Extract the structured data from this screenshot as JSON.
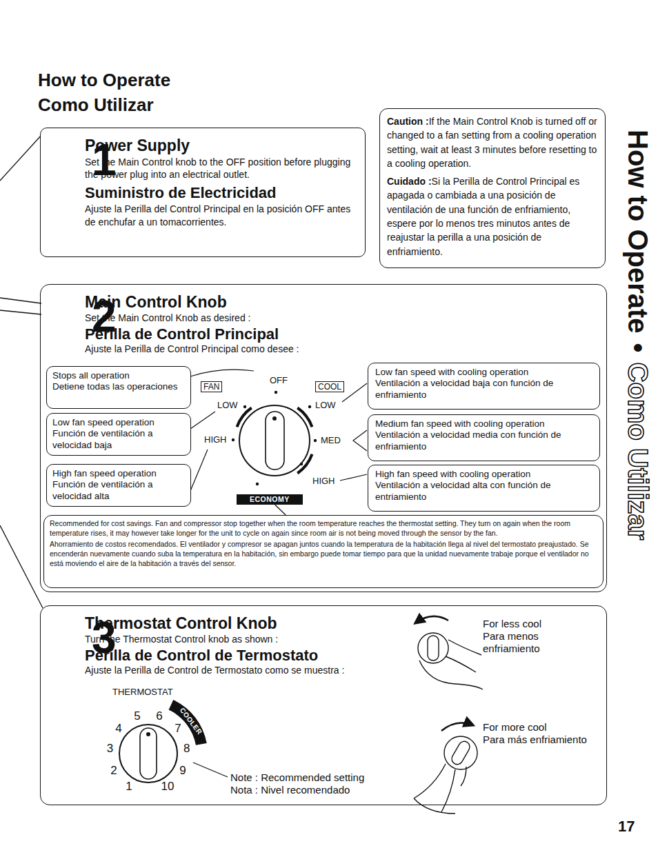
{
  "diagram": {
    "title": "How to Operate",
    "nodes": [
      {
        "text": [
          "1",
          "Power Supply",
          "Set the Main Control knob to the OFF position before plugging the power plug into an electrical outlet.",
          "Suministro de Electricidad",
          "Ajuste la Perilla del Control Principal en la posición OFF antes de enchufar a un tomacorrientes."
        ]
      },
      {
        "text": [
          "Caution :",
          "If the Main Control Knob is turned off or changed to a fan setting from a cooling operation setting, wait at least 3 minutes before resetting to a cooling operation.",
          "Cuidado :",
          "Si la Perilla de Control Principal es apagada o cambiada a una posición de ventilación de una función de enfriamiento, espere por lo menos tres minutos antes de reajustar la perilla a una posición de enfriamiento."
        ]
      },
      {
        "text": [
          "2",
          "Main Control Knob",
          "Set the Main Control Knob as desired :",
          "Perilla de Control Principal",
          "Ajuste la Perilla de Control Principal como desee :"
        ]
      },
      {
        "text": [
          "Stops all operation",
          "Detiene todas las operaciones"
        ],
        "in": 2
      },
      {
        "text": [
          "Low fan speed operation",
          "Función de ventilación a velocidad baja"
        ],
        "in": 2
      },
      {
        "text": [
          "High fan speed operation",
          "Función de ventilación a velocidad alta"
        ],
        "in": 2
      },
      {
        "text": [
          "FAN"
        ],
        "in": 2
      },
      {
        "text": [
          "COOL"
        ],
        "in": 2
      },
      {
        "text": [
          "Low fan speed with cooling operation",
          "Ventilación a velocidad baja con función de enfriamiento"
        ],
        "in": 2
      },
      {
        "text": [
          "Medium fan speed with cooling operation",
          "Ventilación a velocidad media con función de enfriamiento"
        ],
        "in": 2
      },
      {
        "text": [
          "High fan speed with cooling operation",
          "Ventilación a velocidad alta con función de entriamiento"
        ],
        "in": 2
      },
      {
        "text": [
          "ECONOMY"
        ],
        "in": 2
      },
      {
        "text": [
          "Recommended for cost savings. Fan and compressor stop together when the room temperature reaches the thermostat setting. They turn on again when the room temperature rises, it may however take longer for the unit to cycle on again since room air is not being moved through the sensor by the fan.",
          "Ahorramiento de costos recomendados. El ventilador y compresor se apagan juntos cuando la temperatura de la habitación llega al nivel del termostato preajustado. Se encenderán nuevamente cuando suba la temperatura en la habitación, sin embargo puede tomar tiempo para que la unidad nuevamente trabaje porque el ventilador no está moviendo el aire de la habitación a través del sensor."
        ],
        "in": 2
      },
      {
        "text": [
          "3",
          "Thermostat Control Knob",
          "Turn the Thermostat Control knob as shown :",
          "Perilla de Control de Termostato",
          "Ajuste la Perilla de Control de Termostato como se muestra :"
        ]
      }
    ],
    "edges": [
      {
        "from": 12,
        "to": 11,
        "arrow": "none"
      }
    ],
    "labels": [
      "Como Utilizar",
      "OFF",
      "LOW",
      "LOW",
      "HIGH",
      "MED",
      "HIGH",
      "THERMOSTAT",
      "1",
      "2",
      "3",
      "4",
      "5",
      "6",
      "7",
      "8",
      "9",
      "10",
      "COOLER",
      "Note : Recommended setting",
      "Nota : Nivel recomendado",
      "For less cool",
      "Para menos enfriamiento",
      "For more cool",
      "Para más enfriamiento",
      "How to Operate",
      "•",
      "Como Utilizar",
      "17"
    ]
  }
}
